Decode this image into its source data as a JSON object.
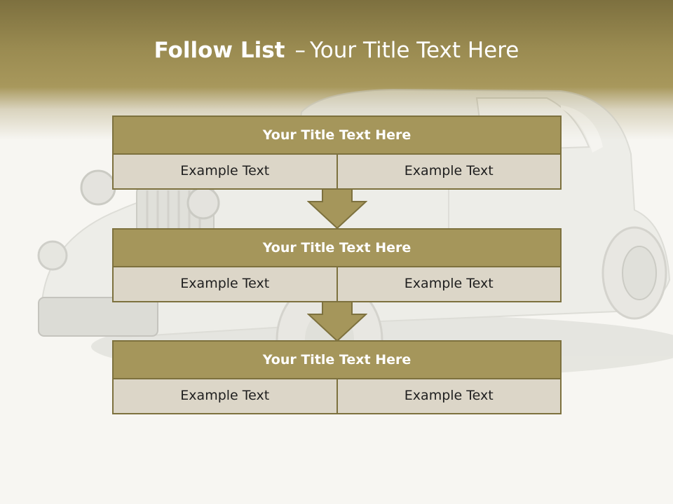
{
  "title": {
    "bold": "Follow List",
    "separator": "–",
    "rest": "Your Title Text Here"
  },
  "blocks": [
    {
      "title": "Your Title Text Here",
      "cells": [
        "Example Text",
        "Example Text"
      ]
    },
    {
      "title": "Your Title Text Here",
      "cells": [
        "Example Text",
        "Example Text"
      ]
    },
    {
      "title": "Your Title Text Here",
      "cells": [
        "Example Text",
        "Example Text"
      ]
    }
  ],
  "colors": {
    "header": "#9a8b51",
    "title_box": "#a5965b",
    "cell_box": "#dcd6c8",
    "border": "#7d713e"
  },
  "background_image": "vintage-car"
}
